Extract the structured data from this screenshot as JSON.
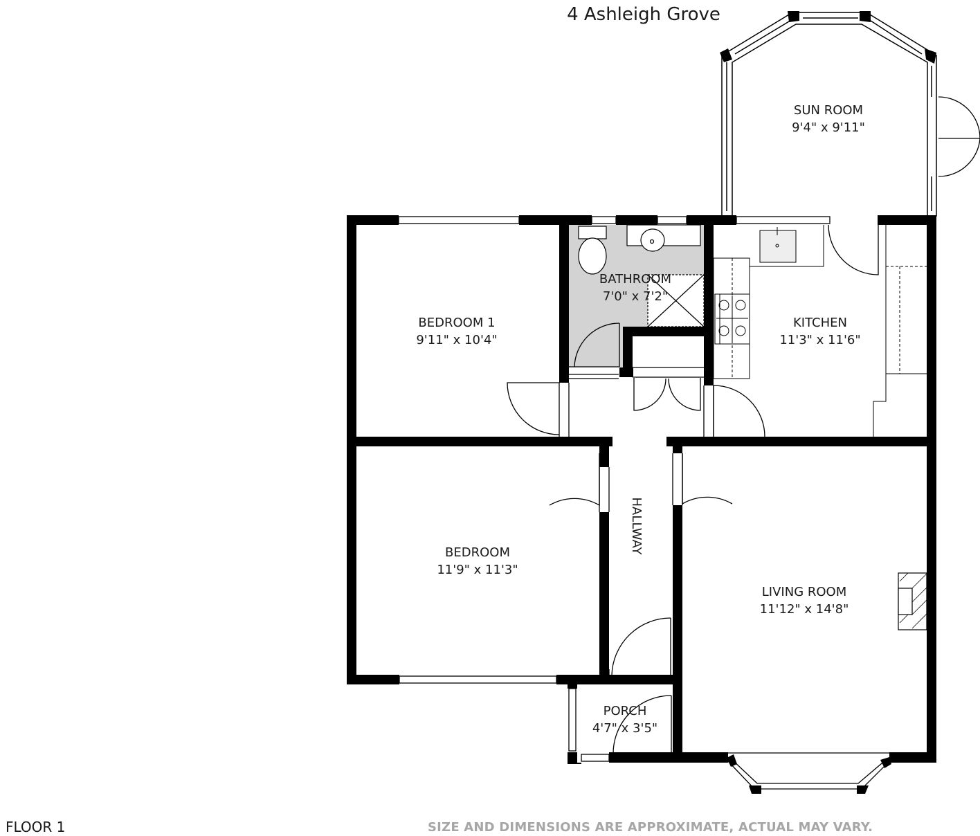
{
  "title": "4 Ashleigh Grove",
  "floor_label": "FLOOR 1",
  "disclaimer": "SIZE AND DIMENSIONS ARE APPROXIMATE, ACTUAL MAY VARY.",
  "rooms": {
    "sun_room": {
      "name": "SUN ROOM",
      "dims": "9'4\" x 9'11\""
    },
    "bathroom": {
      "name": "BATHROOM",
      "dims": "7'0\" x 7'2\""
    },
    "bedroom_1": {
      "name": "BEDROOM 1",
      "dims": "9'11\" x 10'4\""
    },
    "kitchen": {
      "name": "KITCHEN",
      "dims": "11'3\" x 11'6\""
    },
    "hallway": {
      "name": "HALLWAY"
    },
    "bedroom": {
      "name": "BEDROOM",
      "dims": "11'9\" x 11'3\""
    },
    "living_room": {
      "name": "LIVING ROOM",
      "dims": "11'12\" x 14'8\""
    },
    "porch": {
      "name": "PORCH",
      "dims": "4'7\" x 3'5\""
    }
  },
  "colors": {
    "wall": "#000000",
    "bathroom_floor": "#d3d3d3",
    "disclaimer": "#a6a6a6"
  }
}
